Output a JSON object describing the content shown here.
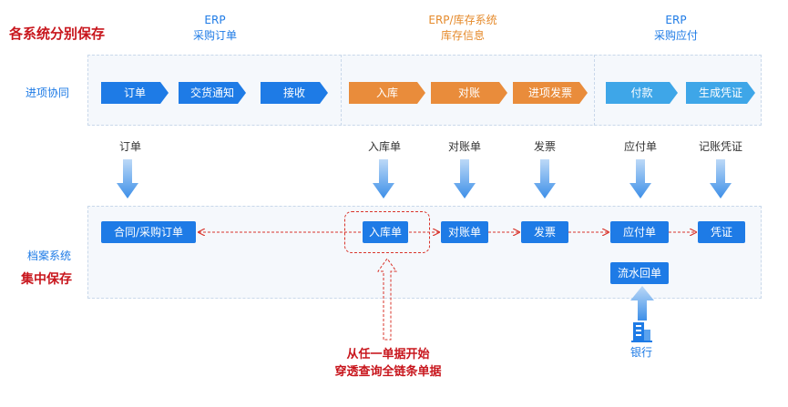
{
  "title": "各系统分别保存",
  "systems": [
    {
      "line1": "ERP",
      "line2": "采购订单",
      "color": "#1e7be6"
    },
    {
      "line1": "ERP/库存系统",
      "line2": "库存信息",
      "color": "#e58a2b"
    },
    {
      "line1": "ERP",
      "line2": "采购应付",
      "color": "#1e7be6"
    }
  ],
  "rows": {
    "process_label": "进项协同",
    "archive_label": "档案系统",
    "archive_sub": "集中保存"
  },
  "steps": [
    "订单",
    "交货通知",
    "接收",
    "入库",
    "对账",
    "进项发票",
    "付款",
    "生成凭证"
  ],
  "doc_labels": [
    "订单",
    "入库单",
    "对账单",
    "发票",
    "应付单",
    "记账凭证"
  ],
  "archive_boxes": [
    "合同/采购订单",
    "入库单",
    "对账单",
    "发票",
    "应付单",
    "凭证"
  ],
  "flow_box": "流水回单",
  "bank_label": "银行",
  "caption": [
    "从任一单据开始",
    "穿透查询全链条单据"
  ],
  "colors": {
    "blue": "#1e7be6",
    "orange": "#e98c3b",
    "light_blue": "#3ea6e8",
    "red": "#c8161d"
  }
}
